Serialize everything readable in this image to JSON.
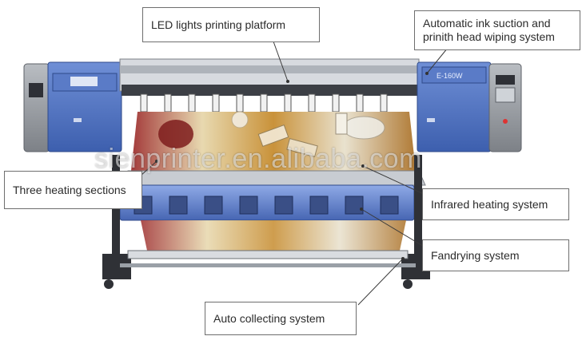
{
  "callouts": {
    "led": "LED lights printing platform",
    "ink_line1": "Automatic ink suction and",
    "ink_line2": "prinith head wiping system",
    "heating_sections": "Three heating sections",
    "infrared": "Infrared heating system",
    "fandrying": "Fandrying system",
    "collecting": "Auto collecting system"
  },
  "watermark": "sienprinter.en.alibaba.com",
  "model_label": "E-160W",
  "colors": {
    "printer_blue": "#4a6db8",
    "frame_gray": "#8a8f96",
    "leader_line": "#3a3a3a"
  }
}
